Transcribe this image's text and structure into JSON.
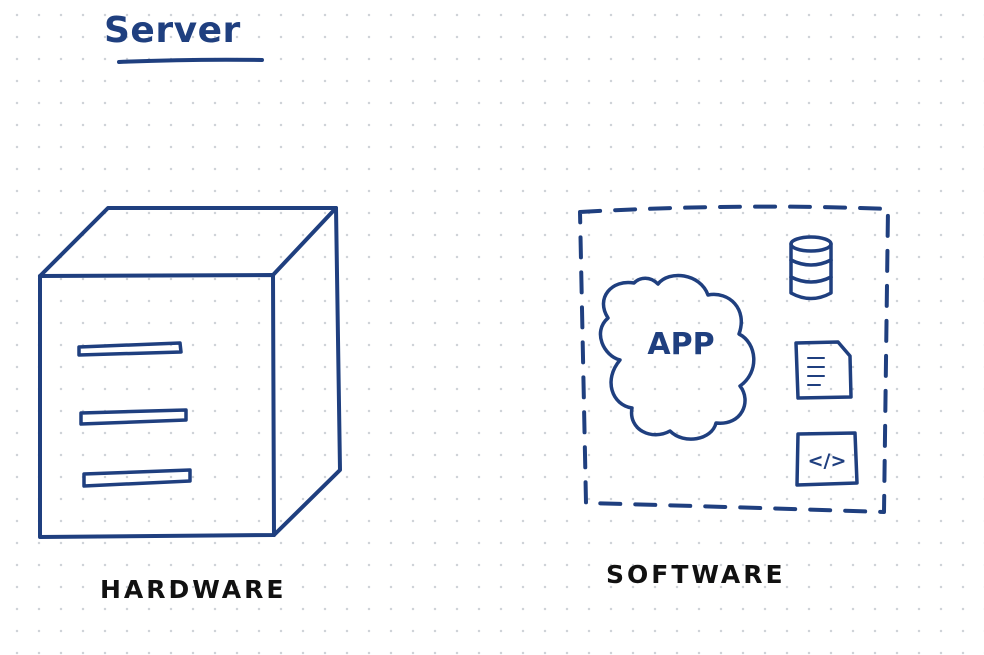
{
  "title": "Server",
  "hardware": {
    "label": "HARDWARE"
  },
  "software": {
    "label": "SOFTWARE",
    "app_label": "APP",
    "code_label": "</>",
    "icons": [
      "database-icon",
      "document-icon",
      "code-file-icon"
    ]
  },
  "colors": {
    "ink": "#1f3f7f",
    "caption": "#111111",
    "background": "#ffffff",
    "grid_dots": "#cfd3d8"
  }
}
